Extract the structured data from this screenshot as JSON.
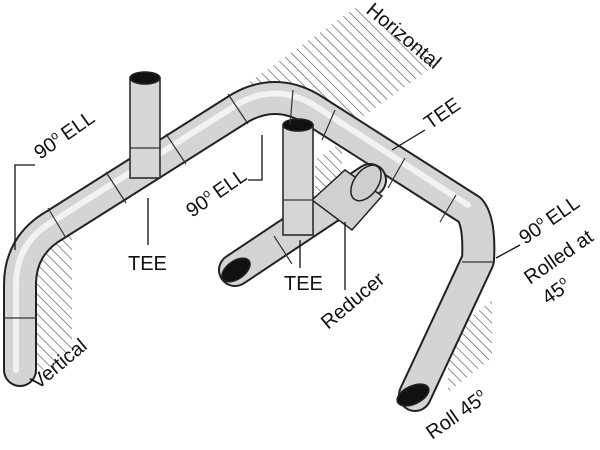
{
  "diagram": {
    "colors": {
      "pipe_fill": "#d4d4d4",
      "pipe_highlight": "#f2f2f2",
      "outline": "#222222",
      "hatch": "#555555",
      "background": "#ffffff"
    },
    "labels": {
      "horizontal": "Horizontal",
      "vertical": "Vertical",
      "ell_left_a": "90",
      "ell_left_b": "ELL",
      "tee_left": "TEE",
      "ell_mid_a": "90",
      "ell_mid_b": "ELL",
      "tee_mid": "TEE",
      "tee_right": "TEE",
      "reducer": "Reducer",
      "ell_right_a": "90",
      "ell_right_b": "ELL",
      "ell_right_c": "Rolled at",
      "ell_right_d": "45",
      "degree": "o",
      "roll_a": "Roll 45",
      "roll_deg": "o"
    }
  }
}
